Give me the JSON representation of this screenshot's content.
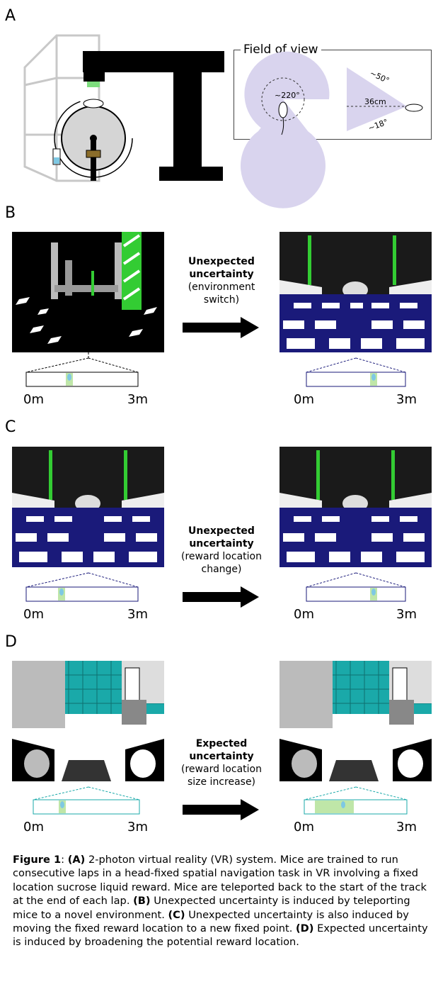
{
  "panels": {
    "A": {
      "label": "A",
      "fov_title": "Field of view",
      "angle_label": "~220°",
      "distance_label": "36cm",
      "up_angle": "~50°",
      "down_angle": "~18°"
    },
    "B": {
      "label": "B",
      "title": "Unexpected",
      "title2": "uncertainty",
      "sub1": "(environment",
      "sub2": "switch)",
      "start": "0m",
      "end": "3m"
    },
    "C": {
      "label": "C",
      "title": "Unexpected",
      "title2": "uncertainty",
      "sub1": "(reward location",
      "sub2": "change)",
      "start": "0m",
      "end": "3m"
    },
    "D": {
      "label": "D",
      "title": "Expected",
      "title2": "uncertainty",
      "sub1": "(reward location",
      "sub2": "size increase)",
      "start": "0m",
      "end": "3m"
    }
  },
  "caption": {
    "fig": "Figure 1",
    "a_tag": "(A)",
    "a_text": " 2-photon virtual reality (VR) system. Mice are trained to run consecutive laps in a head-fixed spatial navigation task in VR involving a fixed location sucrose liquid reward. Mice are teleported back to the start of the track at the end of each lap. ",
    "b_tag": "(B)",
    "b_text": " Unexpected uncertainty is induced by teleporting mice to a novel environment. ",
    "c_tag": "(C)",
    "c_text": " Unexpected uncertainty is also induced by moving the fixed reward location to a new fixed point. ",
    "d_tag": "(D)",
    "d_text": " Expected uncertainty is induced by broadening the potential reward location."
  },
  "colors": {
    "navy": "#1a1a7a",
    "green": "#33cc33",
    "cyan": "#1aa9a9",
    "fov": "#d9d4ee"
  }
}
